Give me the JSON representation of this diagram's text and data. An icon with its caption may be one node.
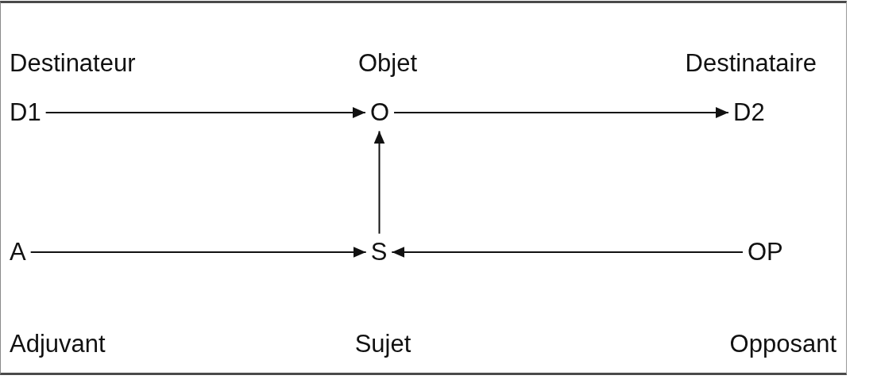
{
  "diagram": {
    "nodes": [
      {
        "text": [
          "D1"
        ],
        "beside": [
          "Destinateur"
        ]
      },
      {
        "text": [
          "O"
        ],
        "beside": [
          "Objet"
        ]
      },
      {
        "text": [
          "D2"
        ],
        "beside": [
          "Destinataire"
        ]
      },
      {
        "text": [
          "A"
        ],
        "beside": [
          "Adjuvant"
        ]
      },
      {
        "text": [
          "S"
        ],
        "beside": [
          "Sujet"
        ]
      },
      {
        "text": [
          "OP"
        ],
        "beside": [
          "Opposant"
        ]
      }
    ],
    "edges": [
      {
        "from": 0,
        "to": 1,
        "arrow": "to"
      },
      {
        "from": 1,
        "to": 2,
        "arrow": "to"
      },
      {
        "from": 4,
        "to": 1,
        "arrow": "to"
      },
      {
        "from": 3,
        "to": 4,
        "arrow": "to"
      },
      {
        "from": 5,
        "to": 4,
        "arrow": "to"
      }
    ]
  }
}
